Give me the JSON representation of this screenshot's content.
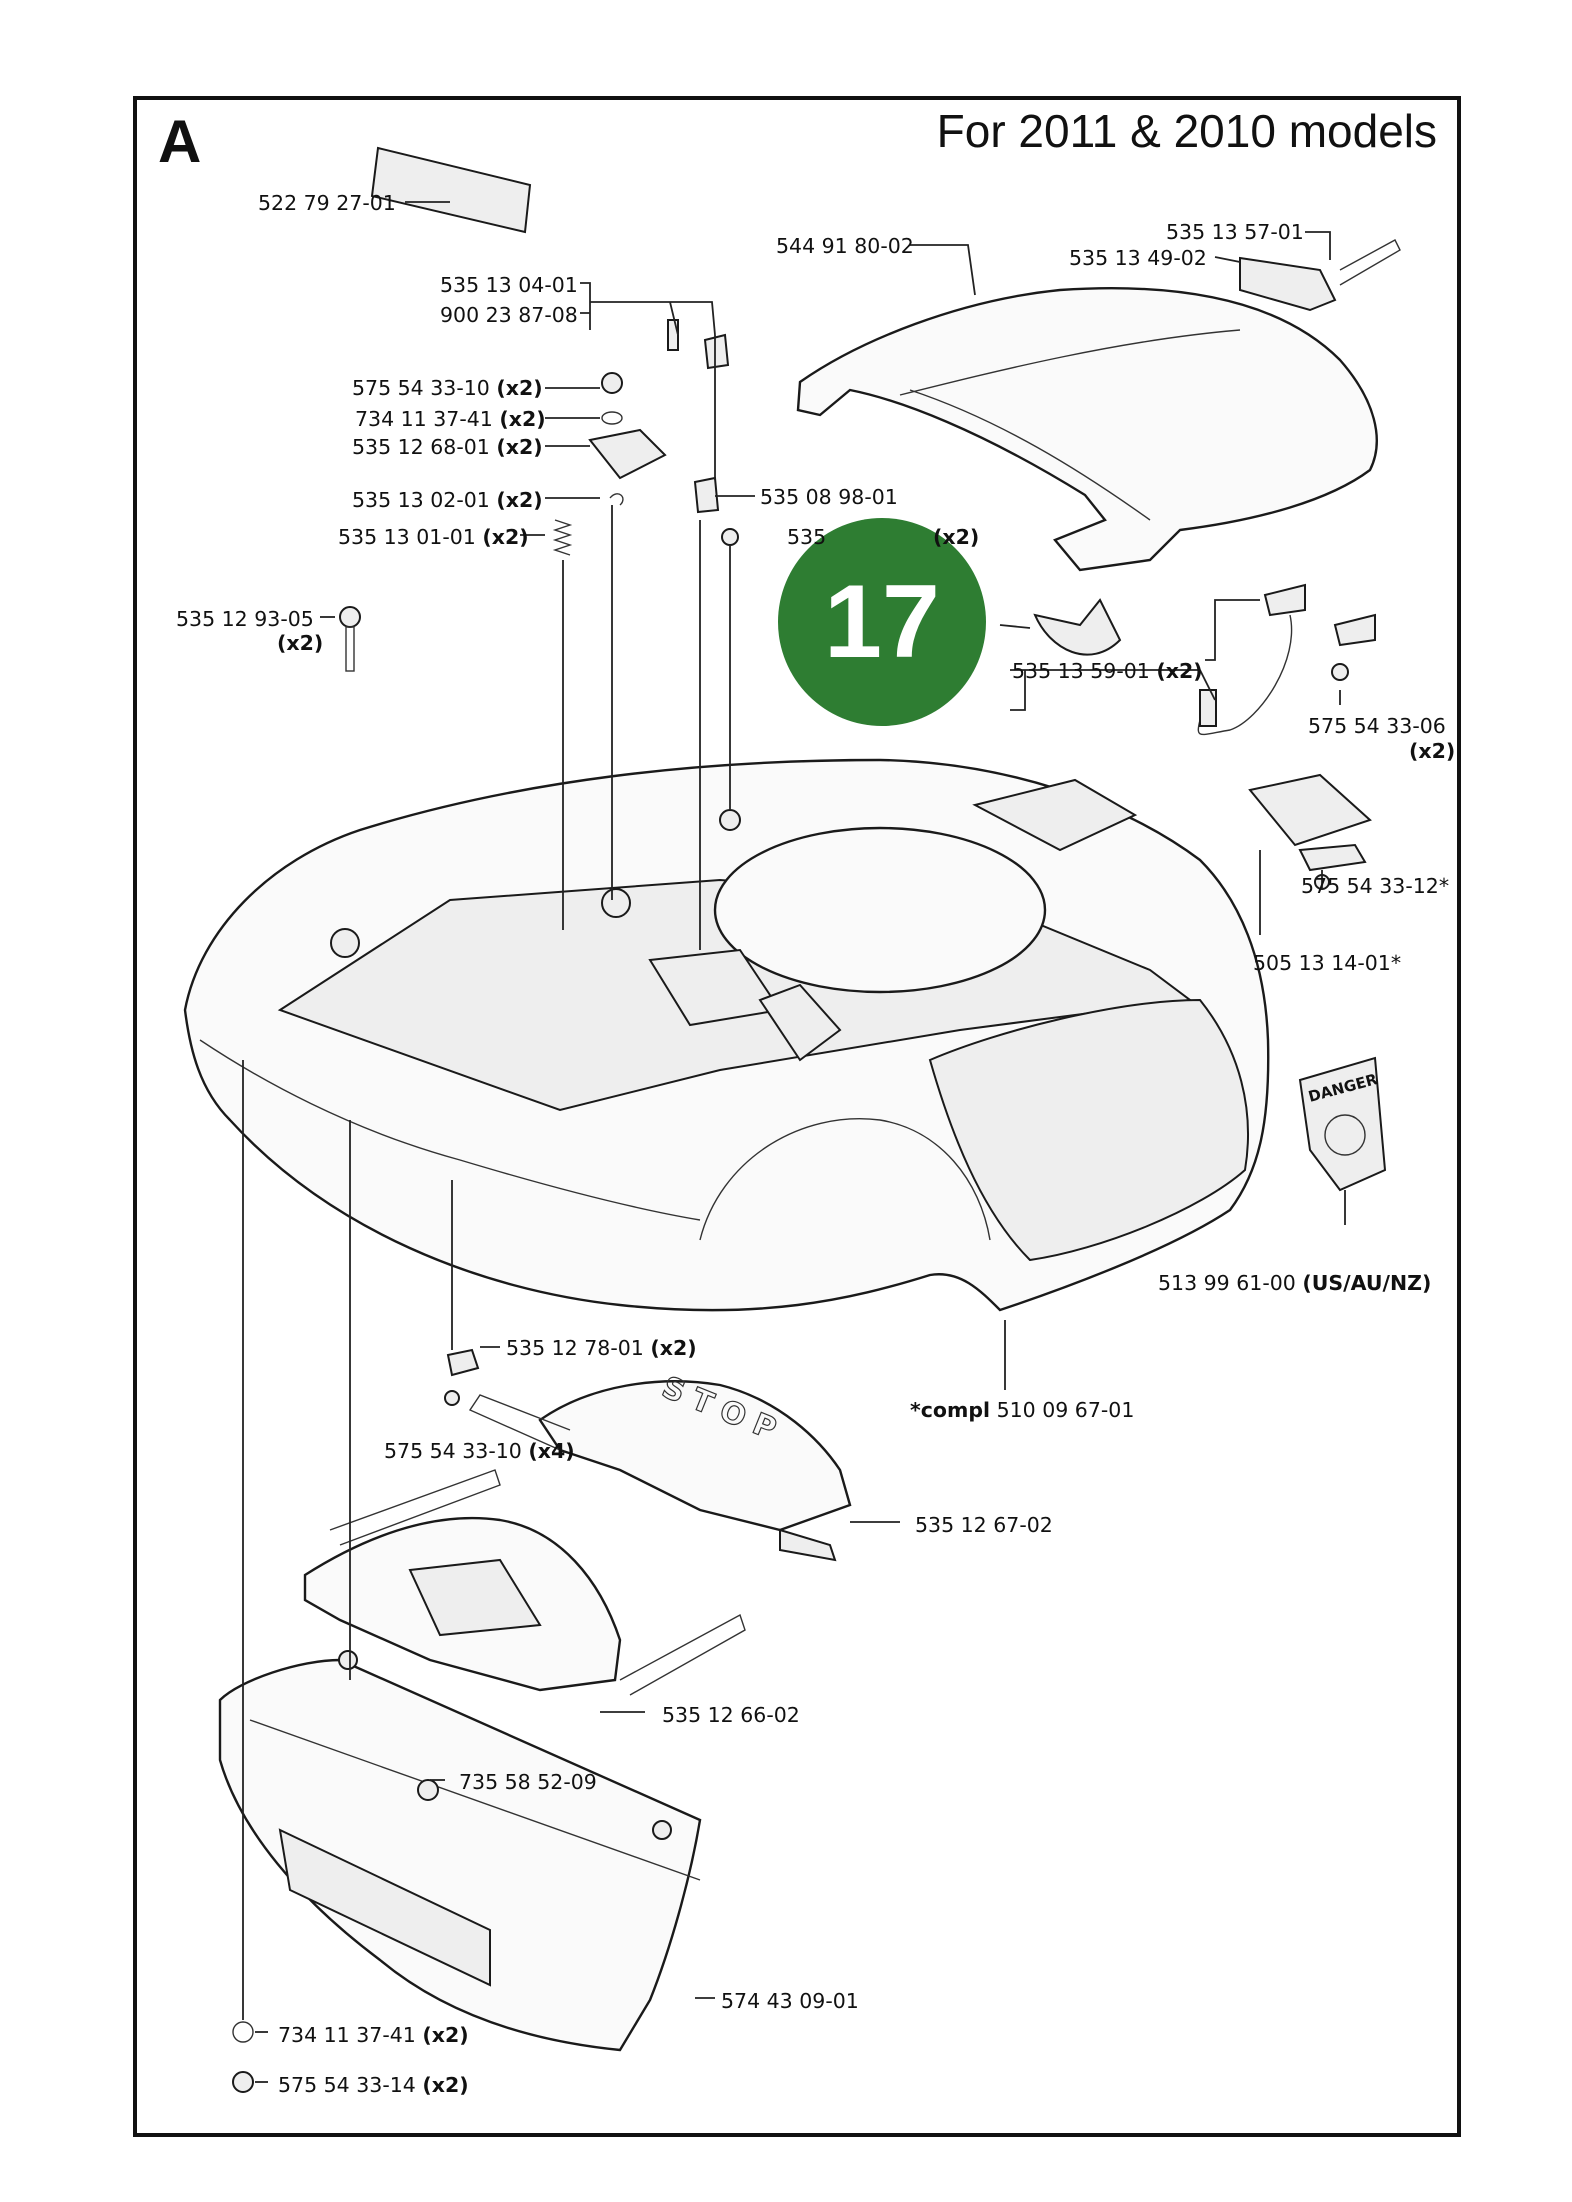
{
  "section": "A",
  "title": "For 2011 & 2010 models",
  "page_number": "17",
  "callouts": {
    "c01": {
      "part": "522 79 27-01",
      "qty": ""
    },
    "c02": {
      "part": "544 91 80-02",
      "qty": ""
    },
    "c03": {
      "part": "535 13 57-01",
      "qty": ""
    },
    "c04": {
      "part": "535 13 49-02",
      "qty": ""
    },
    "c05": {
      "part": "535 13 04-01",
      "qty": ""
    },
    "c06": {
      "part": "900 23 87-08",
      "qty": ""
    },
    "c07": {
      "part": "575 54 33-10",
      "qty": "(x2)"
    },
    "c08": {
      "part": "734 11 37-41",
      "qty": "(x2)"
    },
    "c09": {
      "part": "535 12 68-01",
      "qty": "(x2)"
    },
    "c10": {
      "part": "535 13 02-01",
      "qty": "(x2)"
    },
    "c11": {
      "part": "535 08 98-01",
      "qty": ""
    },
    "c12": {
      "part": "535 13 01-01",
      "qty": "(x2)"
    },
    "c13": {
      "part": "535",
      "qty": "(x2)"
    },
    "c14": {
      "part": "535 12 93-05",
      "qty": "(x2)"
    },
    "c15": {
      "part": "535 13 59-01",
      "qty": "(x2)"
    },
    "c16": {
      "part": "575 54 33-06",
      "qty": "(x2)"
    },
    "c17": {
      "part": "575 54 33-12*",
      "qty": ""
    },
    "c18": {
      "part": "505 13 14-01*",
      "qty": ""
    },
    "c19": {
      "part": "513 99 61-00",
      "qty": "(US/AU/NZ)"
    },
    "c20": {
      "part": "535 12 78-01",
      "qty": "(x2)"
    },
    "c21": {
      "part": "510 09 67-01",
      "qty": "",
      "prefix": "*compl"
    },
    "c22": {
      "part": "575 54 33-10",
      "qty": "(x4)"
    },
    "c23": {
      "part": "535 12 67-02",
      "qty": ""
    },
    "c24": {
      "part": "535 12 66-02",
      "qty": ""
    },
    "c25": {
      "part": "735 58 52-09",
      "qty": ""
    },
    "c26": {
      "part": "574 43 09-01",
      "qty": ""
    },
    "c27": {
      "part": "734 11 37-41",
      "qty": "(x2)"
    },
    "c28": {
      "part": "575 54 33-14",
      "qty": "(x2)"
    }
  },
  "stop_cover_text": "STOP",
  "danger_label_text": "DANGER",
  "colors": {
    "badge": "#2e7d32",
    "line": "#111111"
  }
}
